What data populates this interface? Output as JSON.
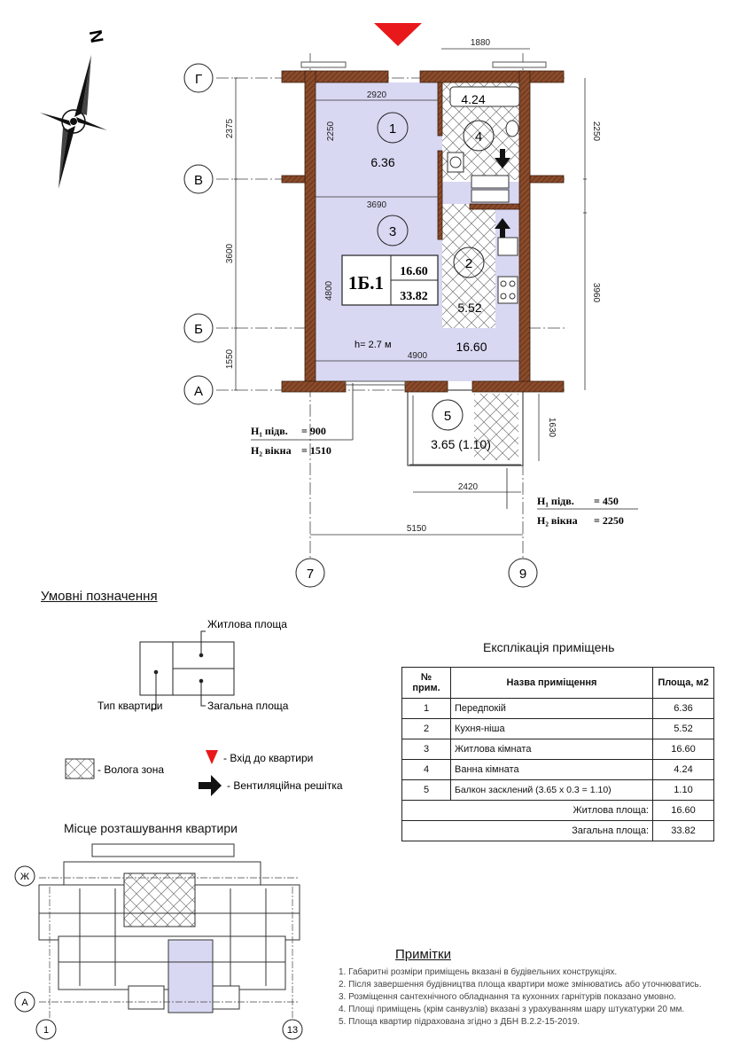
{
  "plan": {
    "north_label": "N",
    "apartment_type": "1Б.1",
    "living_area": "16.60",
    "total_area": "33.82",
    "ceiling_height": "h= 2.7 м",
    "axes": {
      "g": "Г",
      "v": "В",
      "b": "Б",
      "a": "А",
      "col7": "7",
      "col9": "9"
    },
    "dims": {
      "top_1880": "1880",
      "left_2375": "2375",
      "left_3600": "3600",
      "left_1550": "1550",
      "right_2250": "2250",
      "right_3960": "3960",
      "in_2920": "2920",
      "in_2250": "2250",
      "in_3690": "3690",
      "in_4800": "4800",
      "in_4900": "4900",
      "balc_2420": "2420",
      "balc_1630": "1630",
      "bottom_5150": "5150"
    },
    "rooms": [
      {
        "num": "1",
        "area": "6.36"
      },
      {
        "num": "2",
        "area": "5.52"
      },
      {
        "num": "3",
        "area": "16.60"
      },
      {
        "num": "4",
        "area": "4.24"
      },
      {
        "num": "5",
        "area": "3.65 (1.10)"
      }
    ],
    "sill_left": {
      "h1_label": "H₁ підв.",
      "h1_value": "= 900",
      "h2_label": "H₂ вікна",
      "h2_value": "= 1510"
    },
    "sill_right": {
      "h1_label": "H₁ підв.",
      "h1_value": "= 450",
      "h2_label": "H₂ вікна",
      "h2_value": "= 2250"
    }
  },
  "legend": {
    "title": "Умовні позначення",
    "living_area_label": "Житлова площа",
    "type_label": "Тип квартири",
    "total_label": "Загальна площа",
    "wet_zone": "- Волога зона",
    "entrance": "- Вхід до квартири",
    "vent": "- Вентиляційна решітка"
  },
  "explication": {
    "title": "Експлікація приміщень",
    "headers": {
      "num": "№ прим.",
      "name": "Назва приміщення",
      "area": "Площа, м2"
    },
    "rows": [
      {
        "num": "1",
        "name": "Передпокій",
        "area": "6.36"
      },
      {
        "num": "2",
        "name": "Кухня-ніша",
        "area": "5.52"
      },
      {
        "num": "3",
        "name": "Житлова кімната",
        "area": "16.60"
      },
      {
        "num": "4",
        "name": "Ванна кімната",
        "area": "4.24"
      },
      {
        "num": "5",
        "name": "Балкон засклений (3.65 х 0.3 = 1.10)",
        "area": "1.10"
      }
    ],
    "living_label": "Житлова площа:",
    "living_value": "16.60",
    "total_label": "Загальна площа:",
    "total_value": "33.82"
  },
  "location": {
    "title": "Місце розташування квартири",
    "axis_zh": "Ж",
    "axis_a": "А",
    "axis_1": "1",
    "axis_13": "13"
  },
  "notes": {
    "title": "Примітки",
    "items": [
      "1. Габаритні розміри приміщень вказані в будівельних конструкціях.",
      "2. Після завершення будівництва площа квартири може змінюватись або уточнюватись.",
      "3. Розміщення сантехнічного обладнання та кухонних гарнітурів показано умовно.",
      "4. Площі приміщень (крім санвузлів) вказані з урахуванням шару штукатурки 20 мм.",
      "5. Площа квартир підрахована згідно з ДБН В.2.2-15-2019."
    ]
  },
  "colors": {
    "room_fill": "#d9d8f3",
    "wall": "#8a4b2b",
    "entrance": "#e8191b",
    "dim_line": "#333333"
  }
}
